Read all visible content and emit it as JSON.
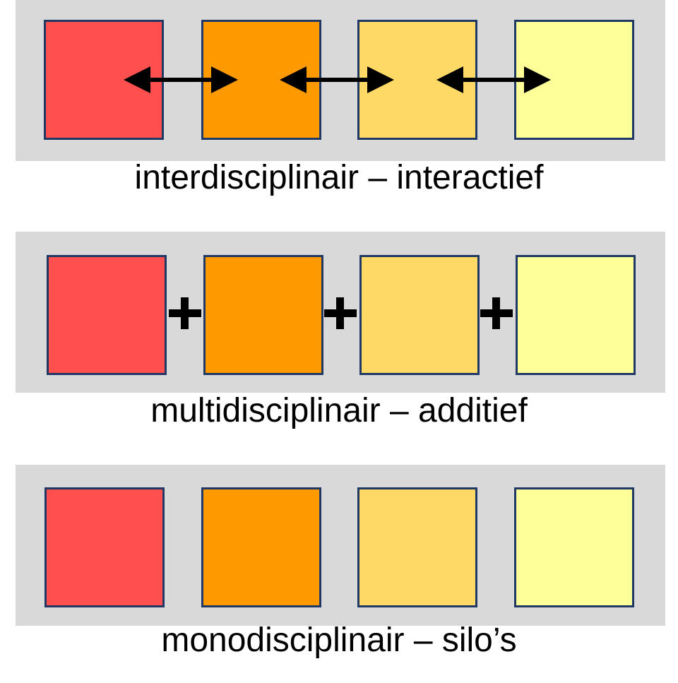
{
  "colors": {
    "box1": "#FF4F4F",
    "box2": "#FF9900",
    "box3": "#FFD966",
    "box4": "#FFFF99",
    "border": "#1F3864",
    "panel": "#D9D9D9"
  },
  "rows": [
    {
      "label": "interdisciplinair – interactief",
      "connector": "double-arrow"
    },
    {
      "label": "multidisciplinair – additief",
      "connector": "plus",
      "plus_symbol": "+"
    },
    {
      "label": "monodisciplinair – silo’s",
      "connector": "none"
    }
  ]
}
